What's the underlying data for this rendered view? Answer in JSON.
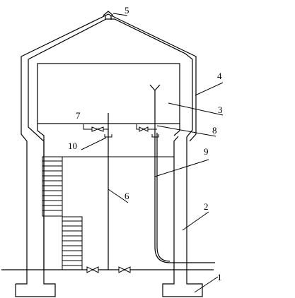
{
  "labels": {
    "foundation": "1",
    "support_column": "2",
    "tank_body": "3",
    "insulation_shell": "4",
    "vent_cap": "5",
    "inlet_riser_pipe": "6",
    "float_valve_inlet": "7",
    "float_valve_outlet": "8",
    "outlet_pipe": "9",
    "inlet_nozzle": "10"
  }
}
